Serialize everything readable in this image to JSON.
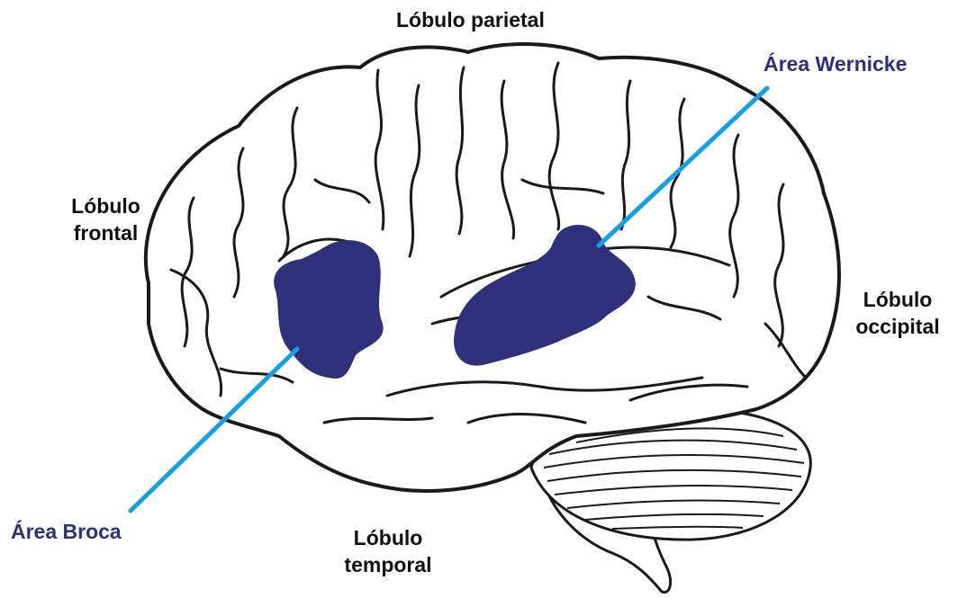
{
  "labels": {
    "parietal": "Lóbulo parietal",
    "frontal_line1": "Lóbulo",
    "frontal_line2": "frontal",
    "occipital_line1": "Lóbulo",
    "occipital_line2": "occipital",
    "temporal_line1": "Lóbulo",
    "temporal_line2": "temporal",
    "wernicke": "Área Wernicke",
    "broca": "Área Broca"
  },
  "colors": {
    "region_fill": "#2e3179",
    "pointer_line": "#1a9ee0",
    "outline": "#1a1a1a",
    "text": "#111111",
    "accent_text": "#2e3179"
  }
}
